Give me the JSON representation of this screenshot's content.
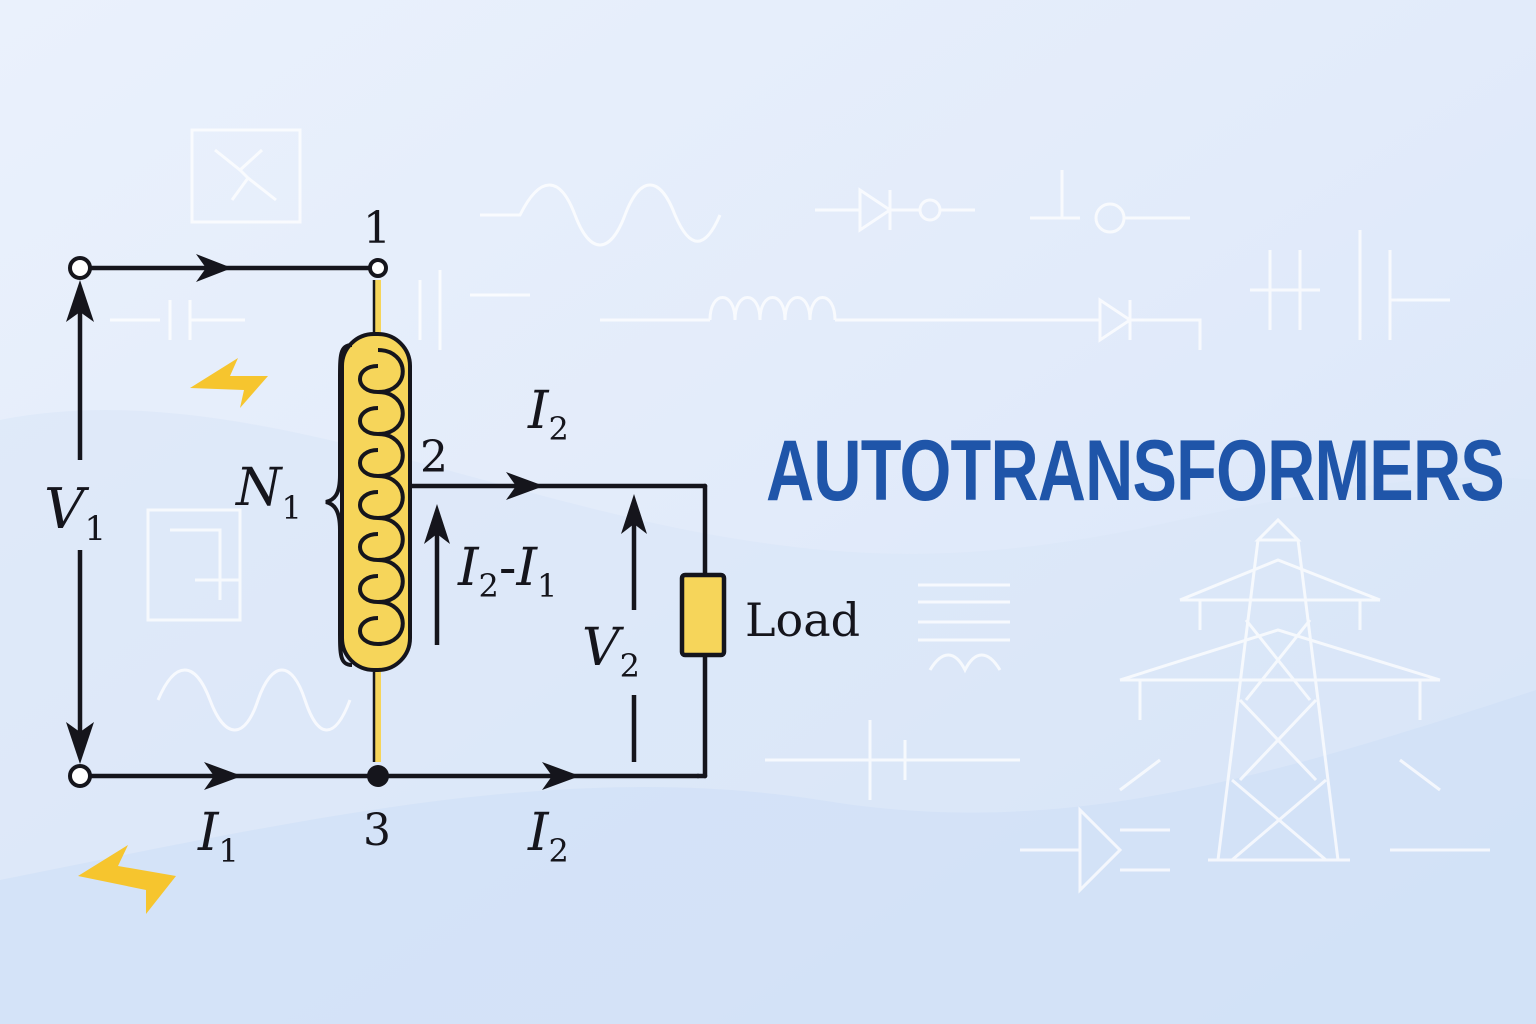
{
  "title": "AUTOTRANSFORMERS",
  "nodes": {
    "n1": "1",
    "n2": "2",
    "n3": "3"
  },
  "v1": {
    "base": "V",
    "sub": "1"
  },
  "v2": {
    "base": "V",
    "sub": "2"
  },
  "n_turns": {
    "base": "N",
    "sub": "1"
  },
  "i1": {
    "base": "I",
    "sub": "1"
  },
  "i2_top": {
    "base": "I",
    "sub": "2"
  },
  "i2_bottom": {
    "base": "I",
    "sub": "2"
  },
  "i_diff": {
    "a": "I",
    "a_sub": "2",
    "op": "-",
    "b": "I",
    "b_sub": "1"
  },
  "load_label": "Load",
  "colors": {
    "background": "#e4edfb",
    "title": "#1f55a9",
    "wire": "#15151c",
    "coil_fill": "#f6d55a",
    "bolt": "#f6c52e",
    "watermark": "#ffffff"
  }
}
